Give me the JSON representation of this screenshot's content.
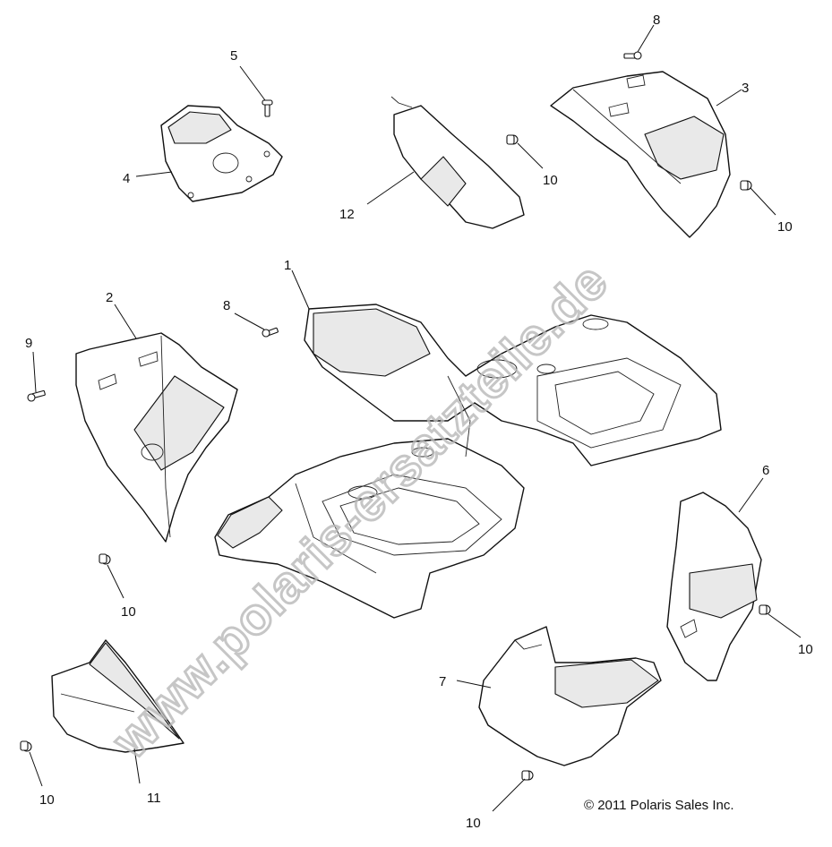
{
  "watermark": "www.polaris-ersatzteile.de",
  "copyright": "© 2011 Polaris Sales Inc.",
  "callouts": {
    "c1": "1",
    "c2": "2",
    "c3": "3",
    "c4": "4",
    "c5": "5",
    "c6": "6",
    "c7": "7",
    "c8a": "8",
    "c8b": "8",
    "c9": "9",
    "c10a": "10",
    "c10b": "10",
    "c10c": "10",
    "c10d": "10",
    "c10e": "10",
    "c10f": "10",
    "c11": "11",
    "c12": "12"
  }
}
